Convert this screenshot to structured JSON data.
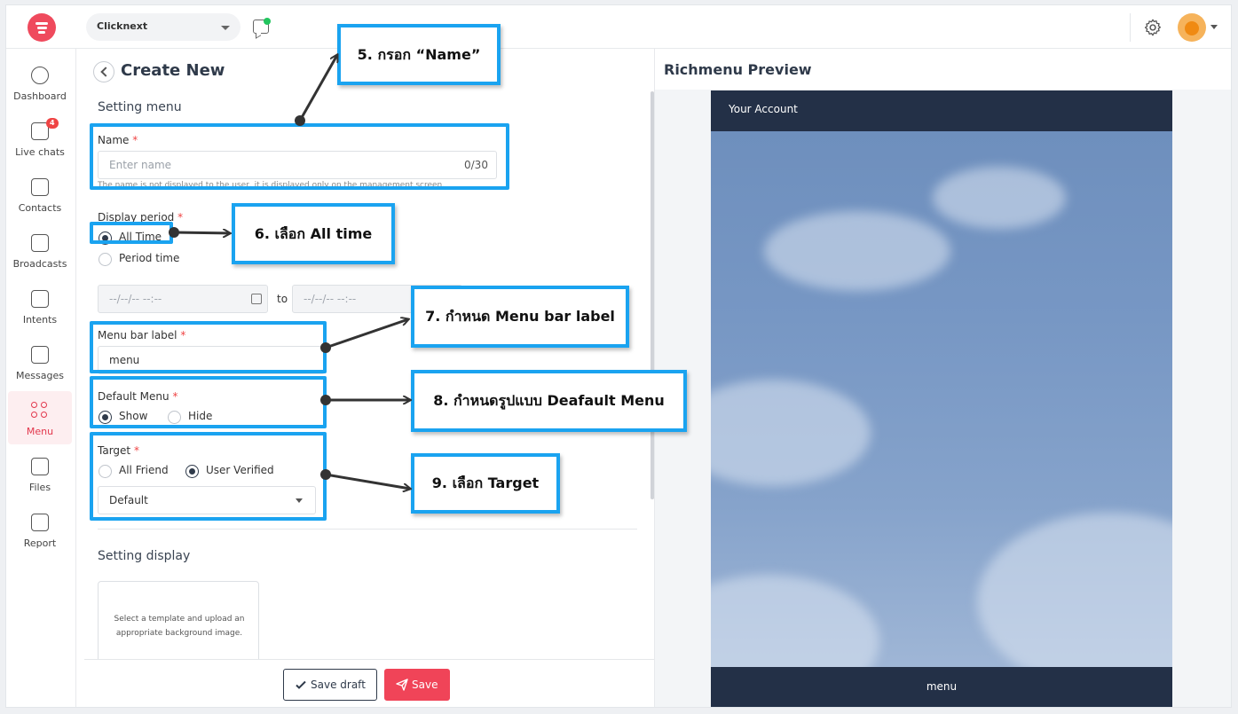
{
  "topbar": {
    "workspace": "Clicknext"
  },
  "sidebar": {
    "items": [
      {
        "label": "Dashboard"
      },
      {
        "label": "Live chats",
        "badge": "4"
      },
      {
        "label": "Contacts"
      },
      {
        "label": "Broadcasts"
      },
      {
        "label": "Intents"
      },
      {
        "label": "Messages"
      },
      {
        "label": "Menu",
        "active": true
      },
      {
        "label": "Files"
      },
      {
        "label": "Report"
      }
    ]
  },
  "form": {
    "title": "Create New",
    "setting_menu": "Setting menu",
    "name_label": "Name",
    "name_placeholder": "Enter name",
    "name_counter": "0/30",
    "name_hint": "The name is not displayed to the user, it is displayed only on the management screen.",
    "display_period_label": "Display period",
    "opt_all_time": "All Time",
    "opt_period_time": "Period time",
    "date_placeholder_start": "--/--/-- --:--",
    "to": "to",
    "date_placeholder_end": "--/--/-- --:--",
    "menu_bar_label": "Menu bar label",
    "menu_bar_value": "menu",
    "default_menu_label": "Default Menu",
    "opt_show": "Show",
    "opt_hide": "Hide",
    "target_label": "Target",
    "opt_all_friend": "All Friend",
    "opt_user_verified": "User Verified",
    "target_select": "Default",
    "setting_display": "Setting display",
    "template_hint": "Select a template and upload an appropriate background image.",
    "save_draft": "Save draft",
    "save": "Save",
    "required_mark": "*"
  },
  "preview": {
    "title": "Richmenu Preview",
    "header": "Your Account",
    "footer": "menu"
  },
  "annotations": {
    "step5": "5. กรอก “Name”",
    "step6": "6. เลือก All time",
    "step7": "7. กำหนด Menu bar label",
    "step8": "8. กำหนดรูปแบบ Deafault Menu",
    "step9": "9. เลือก Target"
  },
  "colors": {
    "brand": "#ef4a5d",
    "highlight": "#1aa3f0",
    "navy": "#233047"
  }
}
